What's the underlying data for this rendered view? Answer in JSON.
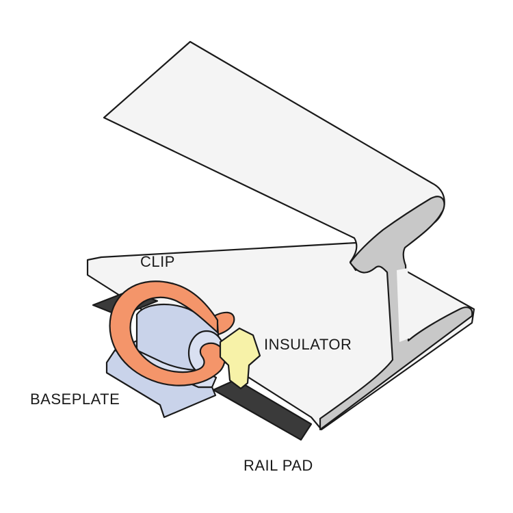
{
  "diagram": {
    "labels": {
      "clip": "CLIP",
      "insulator": "INSULATOR",
      "baseplate": "BASEPLATE",
      "rail_pad": "RAIL PAD"
    },
    "colors": {
      "rail": "#f2f2f2",
      "rail_web": "#c8c8c8",
      "clip": "#f4956a",
      "baseplate": "#c9d3ea",
      "insulator": "#f7f2a8",
      "rail_pad": "#3a3a3a",
      "outline": "#1a1a1a"
    }
  }
}
